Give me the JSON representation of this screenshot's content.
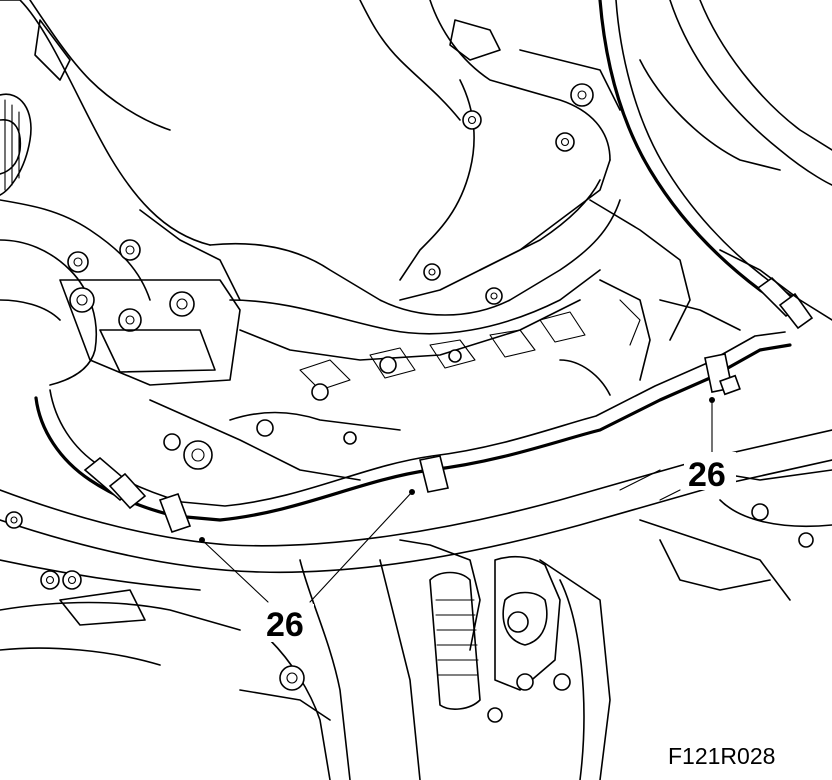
{
  "figure_code": "F121R028",
  "callouts": [
    {
      "id": "clip-right",
      "label": "26"
    },
    {
      "id": "clips-left",
      "label": "26"
    }
  ],
  "colors": {
    "line": "#000000",
    "background": "#ffffff"
  }
}
